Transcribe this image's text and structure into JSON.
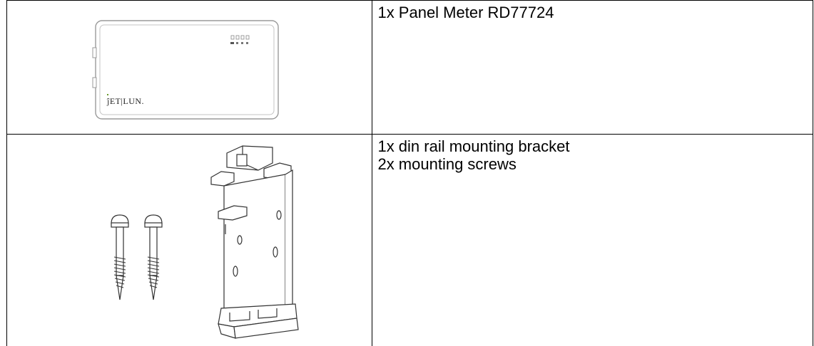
{
  "rows": [
    {
      "illustration": "panel-meter",
      "brand_logo_text": "ĵET|LUN.",
      "lines": [
        "1x Panel Meter RD77724"
      ]
    },
    {
      "illustration": "din-rail-bracket-and-screws",
      "lines": [
        "1x din rail mounting bracket",
        "2x mounting screws"
      ]
    }
  ]
}
